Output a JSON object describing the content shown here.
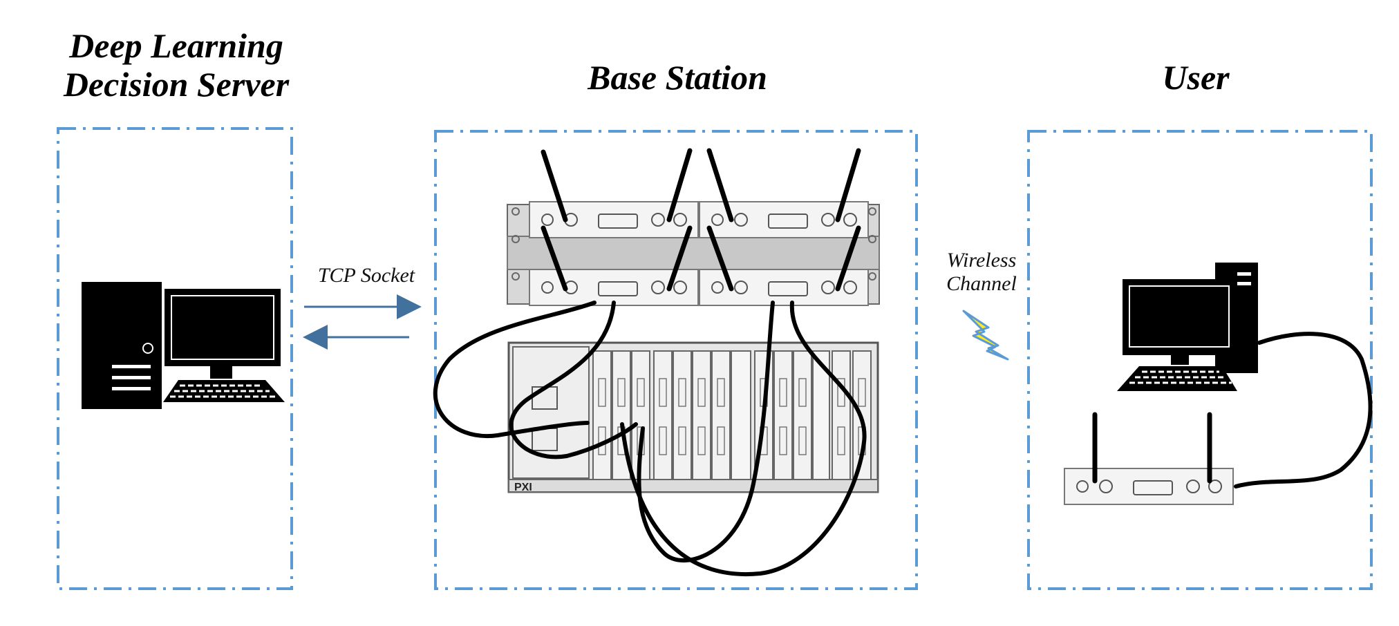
{
  "titles": {
    "server_line1": "Deep Learning",
    "server_line2": "Decision Server",
    "base_station": "Base Station",
    "user": "User"
  },
  "labels": {
    "tcp": "TCP Socket",
    "wireless_line1": "Wireless",
    "wireless_line2": "Channel"
  },
  "chassis": {
    "brand": "PXI"
  },
  "colors": {
    "frame": "#5B9BD5",
    "arrow": "#41719C",
    "bolt_fill": "#FFEB1A",
    "bolt_stroke": "#5B9BD5",
    "cable": "#000000"
  }
}
